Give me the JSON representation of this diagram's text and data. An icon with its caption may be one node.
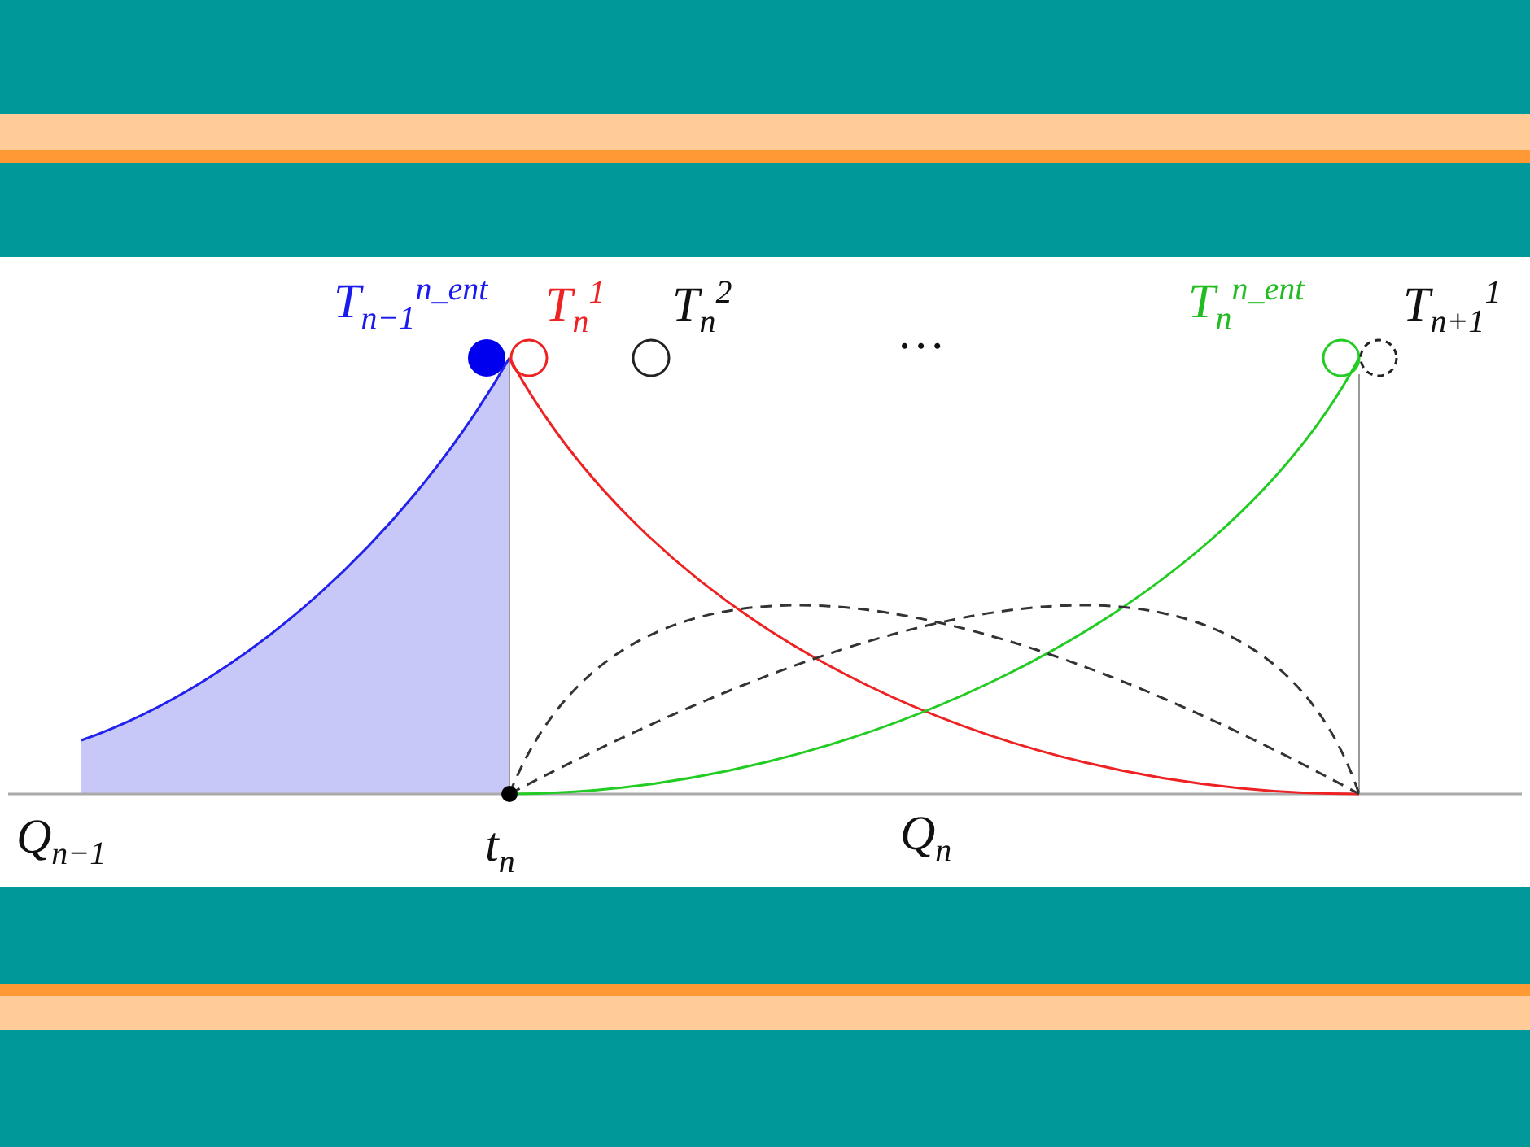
{
  "diagram": {
    "labels": [
      "T$_{n−1}$$^{n_ent}$",
      "T$_{n}$$^{1}$",
      "T$_{n}$$^{2}$",
      "…",
      "T$_{n}$$^{n_ent}$",
      "T$_{n+1}$$^{1}$",
      "Q$_{n−1}$",
      "t$_{n}$",
      "Q$_{n}$"
    ]
  }
}
